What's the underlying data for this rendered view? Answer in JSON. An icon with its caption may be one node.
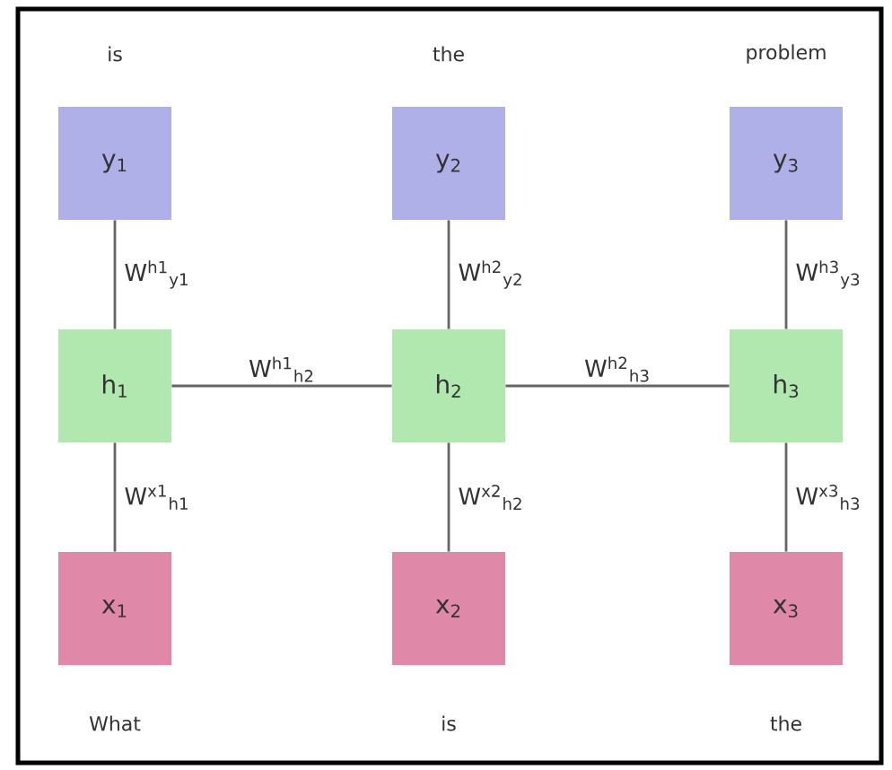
{
  "diagram": {
    "nodes": [
      {
        "text": [
          "y$_{1}$"
        ],
        "beside": [
          "is"
        ]
      },
      {
        "text": [
          "y$_{2}$"
        ],
        "beside": [
          "the"
        ]
      },
      {
        "text": [
          "y$_{3}$"
        ],
        "beside": [
          "problem"
        ]
      },
      {
        "text": [
          "h$_{1}$"
        ]
      },
      {
        "text": [
          "h$_{2}$"
        ]
      },
      {
        "text": [
          "h$_{3}$"
        ]
      },
      {
        "text": [
          "x$_{1}$"
        ],
        "beside": [
          "What"
        ]
      },
      {
        "text": [
          "x$_{2}$"
        ],
        "beside": [
          "is"
        ]
      },
      {
        "text": [
          "x$_{3}$"
        ],
        "beside": [
          "the"
        ]
      }
    ],
    "edges": [
      {
        "from": 3,
        "to": 0,
        "arrow": "none",
        "label": "W$^{h1}$$_{y1}$"
      },
      {
        "from": 4,
        "to": 1,
        "arrow": "none",
        "label": "W$^{h2}$$_{y2}$"
      },
      {
        "from": 5,
        "to": 2,
        "arrow": "none",
        "label": "W$^{h3}$$_{y3}$"
      },
      {
        "from": 3,
        "to": 4,
        "arrow": "none",
        "label": "W$^{h1}$$_{h2}$"
      },
      {
        "from": 4,
        "to": 5,
        "arrow": "none",
        "label": "W$^{h2}$$_{h3}$"
      },
      {
        "from": 6,
        "to": 3,
        "arrow": "none",
        "label": "W$^{x1}$$_{h1}$"
      },
      {
        "from": 7,
        "to": 4,
        "arrow": "none",
        "label": "W$^{x2}$$_{h2}$"
      },
      {
        "from": 8,
        "to": 5,
        "arrow": "none",
        "label": "W$^{x3}$$_{h3}$"
      }
    ]
  }
}
